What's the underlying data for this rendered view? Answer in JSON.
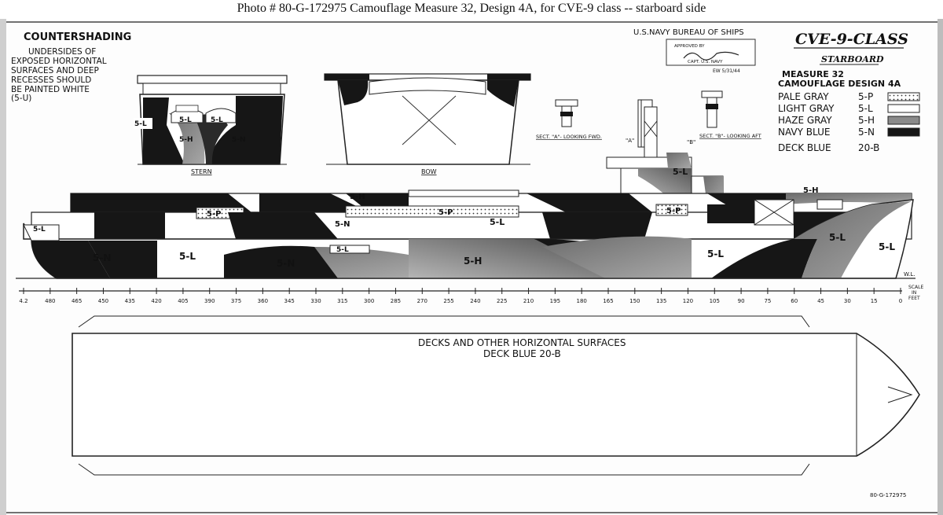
{
  "caption": "Photo # 80-G-172975     Camouflage Measure 32, Design 4A, for CVE-9 class -- starboard side",
  "countershading": {
    "title": "COUNTERSHADING",
    "lines": [
      "UNDERSIDES OF",
      "EXPOSED HORIZONTAL",
      "SURFACES AND DEEP",
      "RECESSES SHOULD",
      "BE PAINTED WHITE",
      "(5-U)"
    ]
  },
  "bureau": "U.S.NAVY  BUREAU OF SHIPS",
  "approval": {
    "label": "APPROVED BY",
    "rank": "CAPT. U.S. NAVY",
    "date": "EW 5/31/44"
  },
  "title_block": {
    "class_name": "CVE-9-CLASS",
    "side": "STARBOARD",
    "measure": "MEASURE 32",
    "design": "CAMOUFLAGE DESIGN 4A"
  },
  "legend": [
    {
      "name": "PALE GRAY",
      "code": "5-P",
      "fill": "dots"
    },
    {
      "name": "LIGHT GRAY",
      "code": "5-L",
      "fill": "#ffffff"
    },
    {
      "name": "HAZE GRAY",
      "code": "5-H",
      "fill": "#8a8a8a"
    },
    {
      "name": "NAVY BLUE",
      "code": "5-N",
      "fill": "#161616"
    },
    {
      "name": "DECK BLUE",
      "code": "20-B",
      "fill": "none"
    }
  ],
  "views": {
    "stern": "STERN",
    "bow": "BOW",
    "sect_a": "SECT. \"A\"- LOOKING FWD.",
    "sect_b": "SECT. \"B\"- LOOKING AFT",
    "mark_a": "\"A\"",
    "mark_b": "\"B\"",
    "stern_labels": [
      "5-L",
      "5-L",
      "5-L",
      "5-H",
      "5-N"
    ]
  },
  "profile_labels": [
    "5-L",
    "5-N",
    "5-L",
    "5-H",
    "5-N",
    "5-P",
    "5-P",
    "5-P",
    "5-L",
    "5-N",
    "5-H",
    "5-L",
    "5-L",
    "5-L",
    "5-L",
    "5-H",
    "5-L"
  ],
  "waterline": "W.L.",
  "scale": {
    "ticks": [
      "4.2",
      "480",
      "465",
      "450",
      "435",
      "420",
      "405",
      "390",
      "375",
      "360",
      "345",
      "330",
      "315",
      "300",
      "285",
      "270",
      "255",
      "240",
      "225",
      "210",
      "195",
      "180",
      "165",
      "150",
      "135",
      "120",
      "105",
      "90",
      "75",
      "60",
      "45",
      "30",
      "15",
      "0"
    ],
    "caption_1": "SCALE",
    "caption_2": "IN",
    "caption_3": "FEET"
  },
  "deck": {
    "line1": "DECKS AND OTHER HORIZONTAL SURFACES",
    "line2": "DECK BLUE 20-B"
  },
  "stamp": "80-G-172975"
}
